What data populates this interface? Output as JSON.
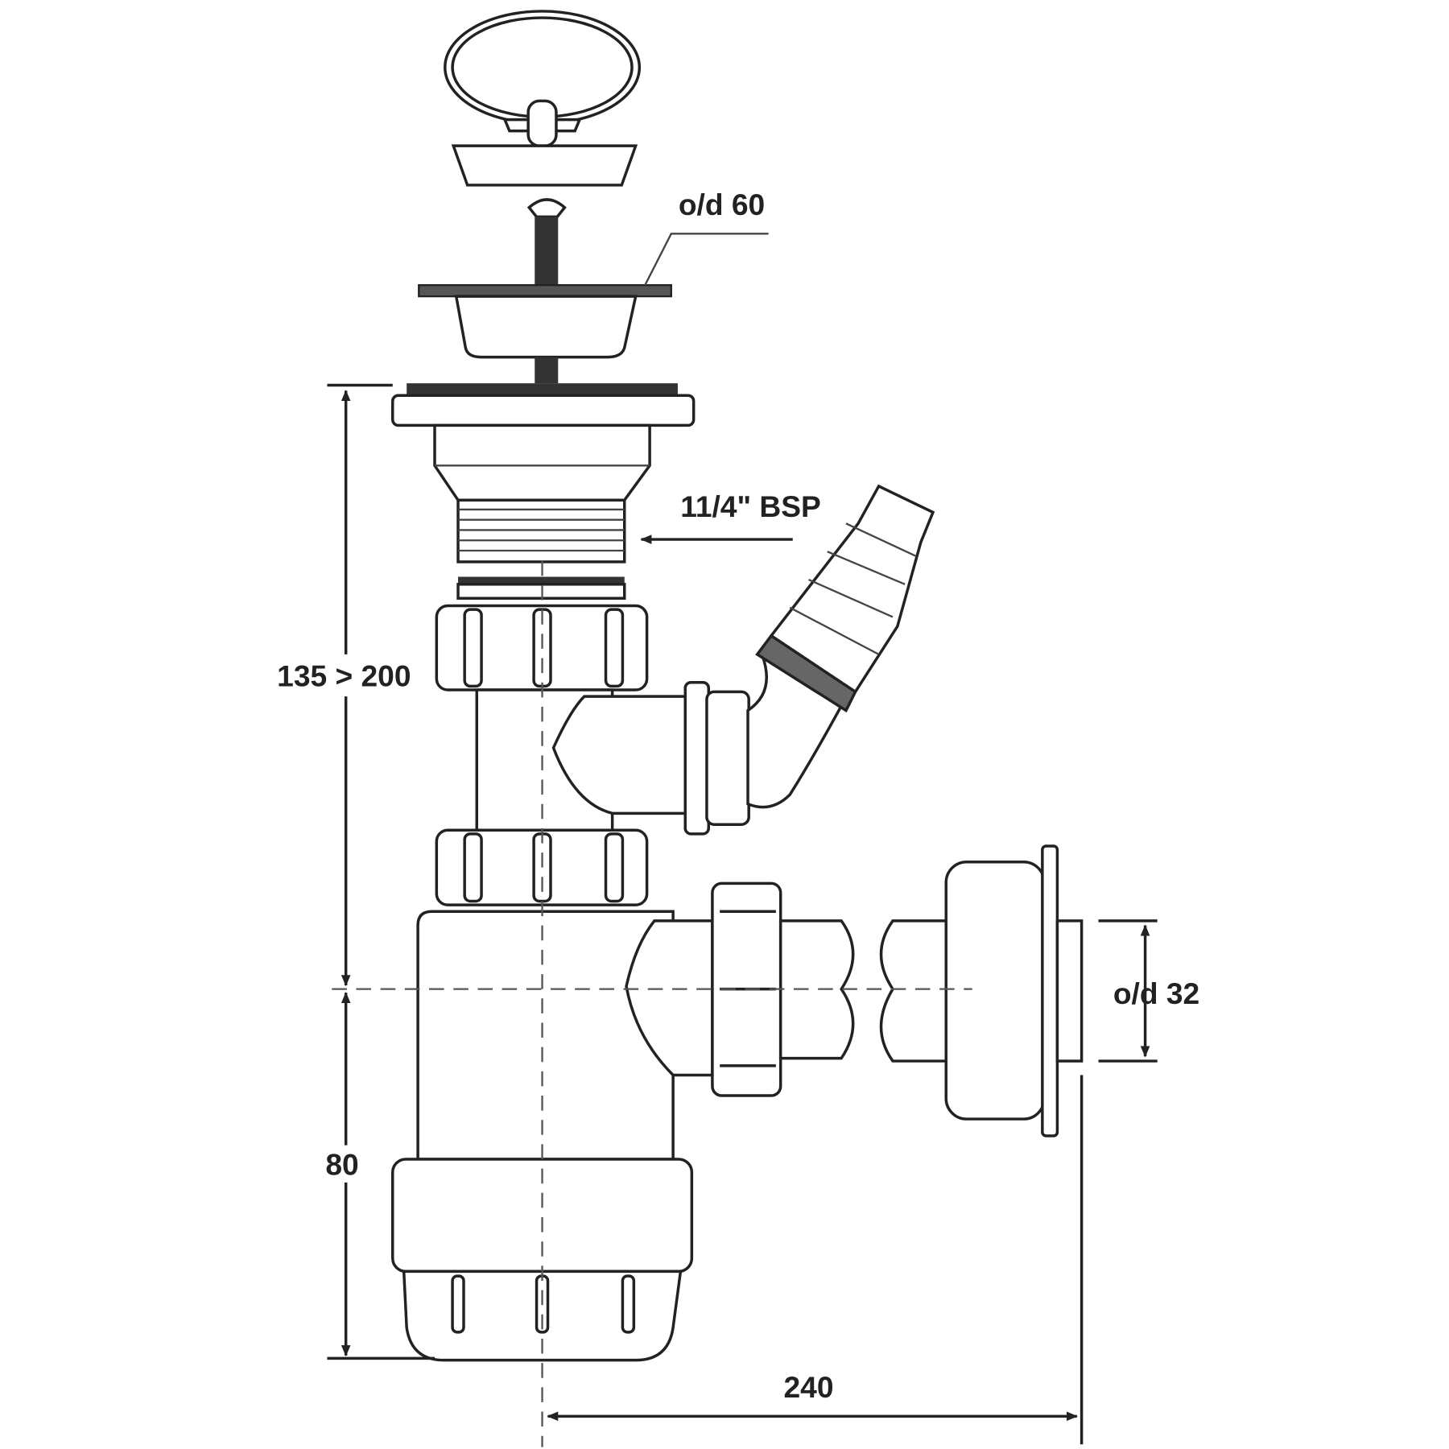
{
  "title": "Bottle trap with washing machine spigot – dimensional drawing",
  "labels": {
    "strainer_od": "o/d 60",
    "thread": "11/4\" BSP",
    "height_range": "135 > 200",
    "bottom_height": "80",
    "outlet_od": "o/d 32",
    "projection": "240"
  },
  "colors": {
    "line": "#222222",
    "background": "#ffffff"
  }
}
